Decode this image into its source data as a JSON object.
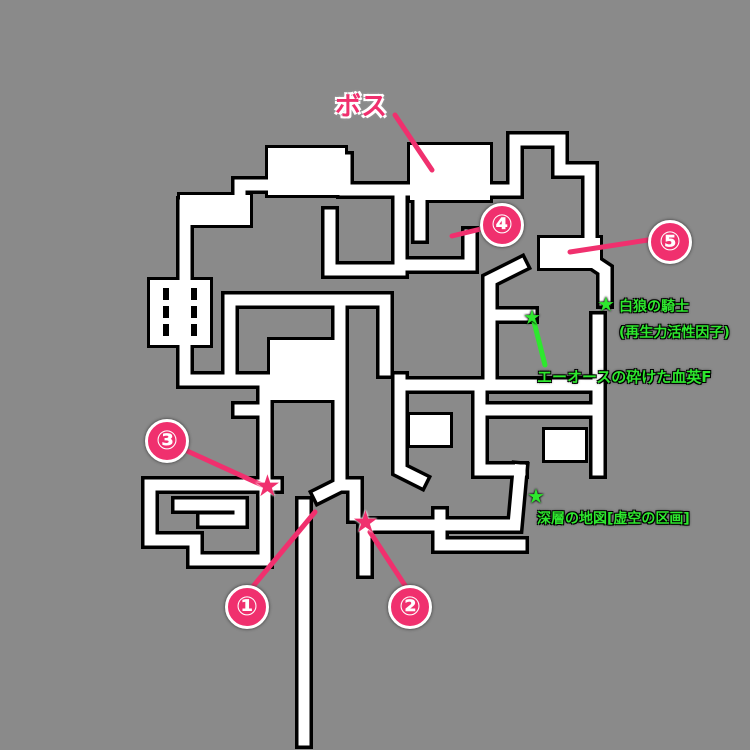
{
  "title": "Map",
  "labels": {
    "boss": "ボス",
    "points": [
      "①",
      "②",
      "③",
      "④",
      "⑤"
    ]
  },
  "items": [
    {
      "name": "白狼の騎士",
      "sub": "(再生力活性因子)"
    },
    {
      "name": "エーオースの砕けた血英F"
    },
    {
      "name": "深層の地図[虚空の区画]"
    }
  ],
  "colors": {
    "marker": "#f0306e",
    "item": "#2ee82e",
    "background": "#8a8a8a"
  }
}
